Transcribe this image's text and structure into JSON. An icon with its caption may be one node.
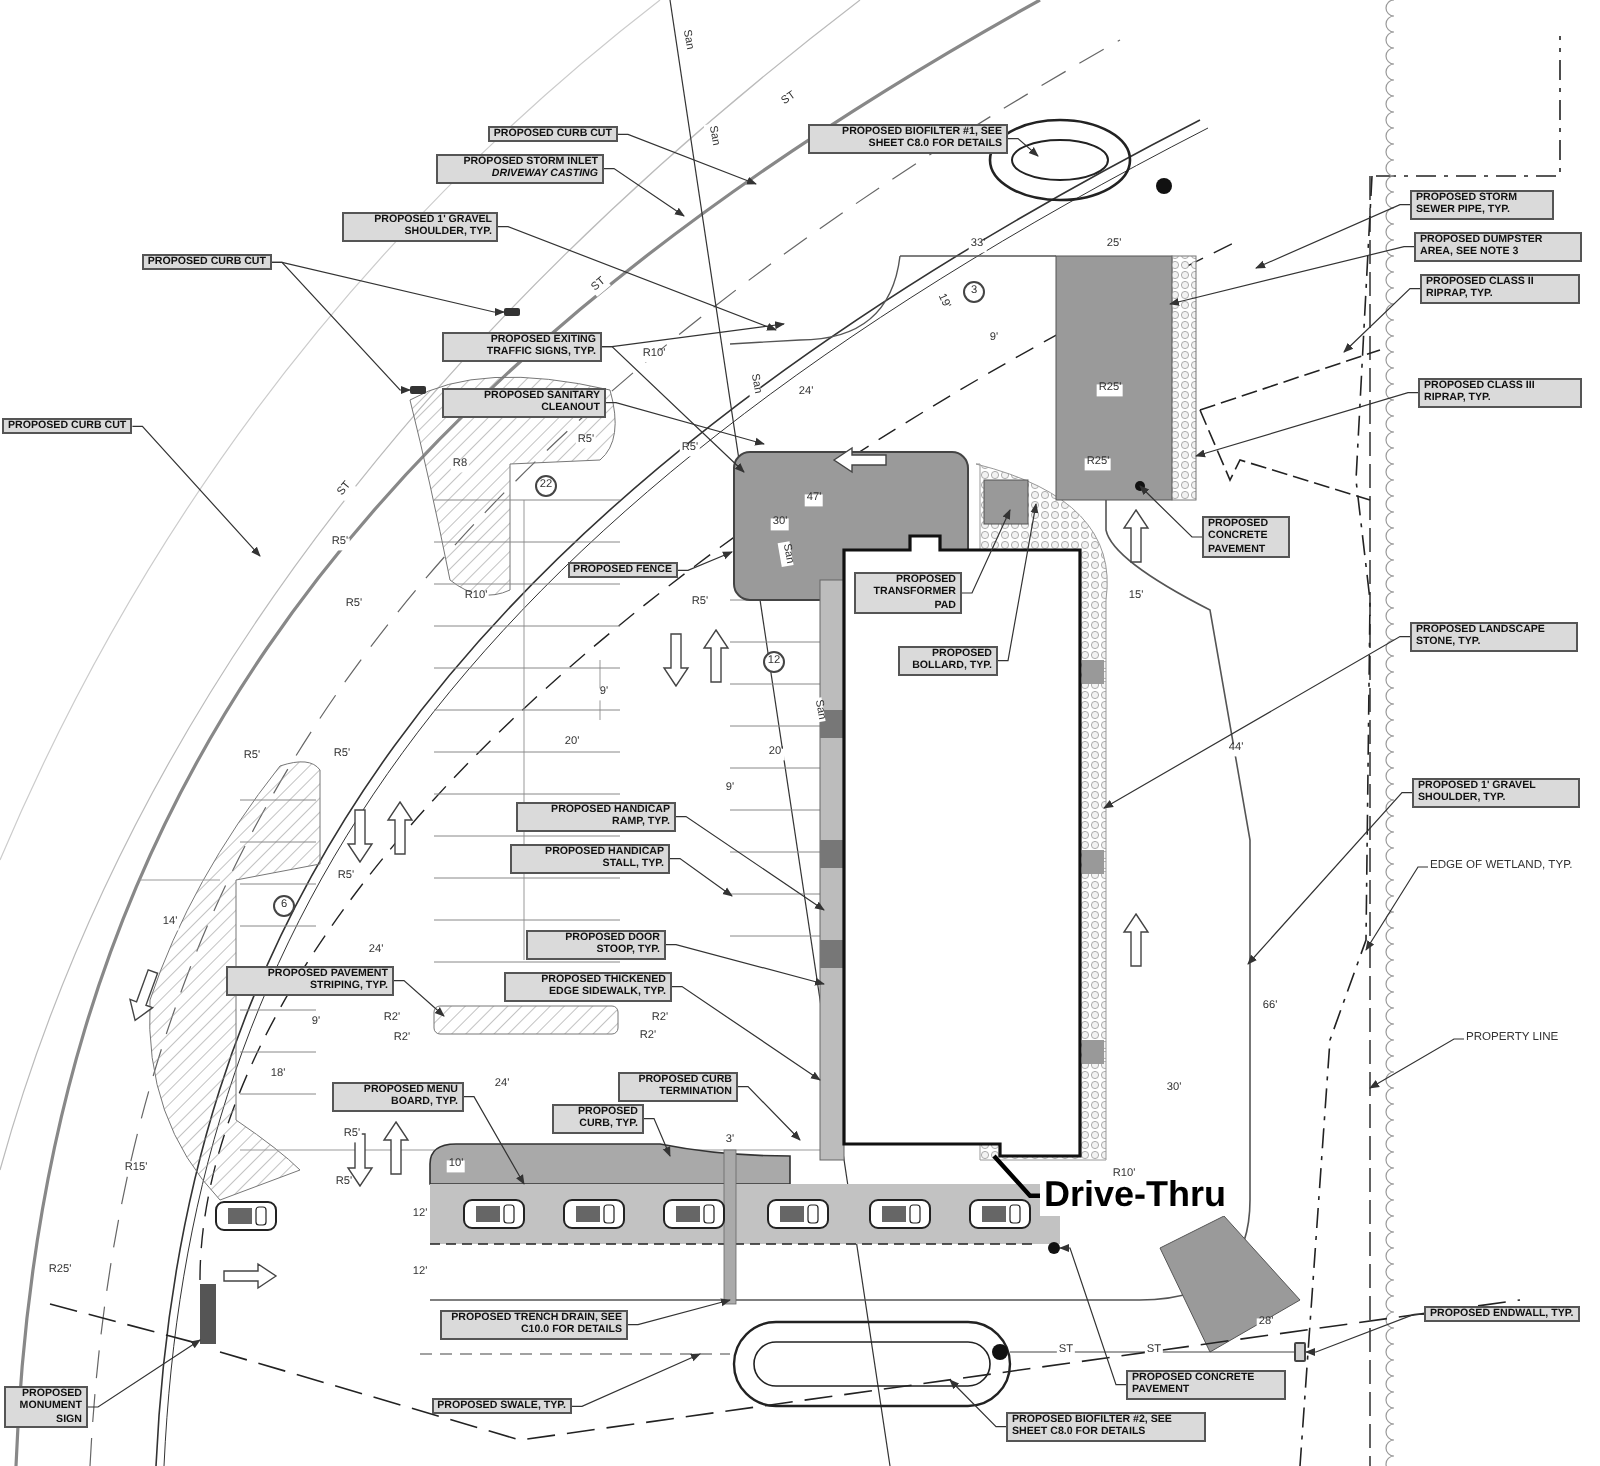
{
  "diagram": {
    "nodes": [
      {
        "text": [
          "PROPOSED BIOFILTER #1, SEE SHEET C8.0 FOR DETAILS"
        ]
      },
      {
        "text": [
          "PROPOSED CURB CUT"
        ]
      },
      {
        "text": [
          "PROPOSED STORM INLET *DRIVEWAY CASTING*"
        ]
      },
      {
        "text": [
          "PROPOSED STORM SEWER PIPE, TYP."
        ]
      },
      {
        "text": [
          "PROPOSED 1' GRAVEL SHOULDER, TYP."
        ]
      },
      {
        "text": [
          "PROPOSED DUMPSTER AREA, SEE NOTE 3"
        ]
      },
      {
        "text": [
          "PROPOSED CURB CUT"
        ]
      },
      {
        "text": [
          "PROPOSED CLASS II RIPRAP, TYP."
        ]
      },
      {
        "text": [
          "PROPOSED EXITING TRAFFIC SIGNS, TYP."
        ]
      },
      {
        "text": [
          "PROPOSED CLASS III RIPRAP, TYP."
        ]
      },
      {
        "text": [
          "PROPOSED SANITARY CLEANOUT"
        ]
      },
      {
        "text": [
          "PROPOSED CURB CUT"
        ]
      },
      {
        "text": [
          "PROPOSED CONCRETE PAVEMENT"
        ]
      },
      {
        "text": [
          "PROPOSED FENCE"
        ]
      },
      {
        "text": [
          "PROPOSED TRANSFORMER PAD"
        ]
      },
      {
        "text": [
          "PROPOSED LANDSCAPE STONE, TYP."
        ]
      },
      {
        "text": [
          "PROPOSED BOLLARD, TYP."
        ]
      },
      {
        "text": [
          "PROPOSED 1' GRAVEL SHOULDER, TYP."
        ]
      },
      {
        "text": [
          "PROPOSED HANDICAP RAMP, TYP."
        ]
      },
      {
        "text": [
          "PROPOSED HANDICAP STALL, TYP."
        ]
      },
      {
        "text": [
          "EDGE OF WETLAND, TYP."
        ]
      },
      {
        "text": [
          "PROPOSED DOOR STOOP, TYP."
        ]
      },
      {
        "text": [
          "PROPOSED PAVEMENT STRIPING, TYP."
        ]
      },
      {
        "text": [
          "PROPOSED THICKENED EDGE SIDEWALK, TYP."
        ]
      },
      {
        "text": [
          "PROPERTY LINE"
        ]
      },
      {
        "text": [
          "PROPOSED CURB TERMINATION"
        ]
      },
      {
        "text": [
          "PROPOSED MENU BOARD, TYP."
        ]
      },
      {
        "text": [
          "PROPOSED CURB, TYP."
        ]
      },
      {
        "text": [
          "Drive-Thru"
        ]
      },
      {
        "text": [
          "PROPOSED TRENCH DRAIN, SEE C10.0 FOR DETAILS"
        ]
      },
      {
        "text": [
          "PROPOSED ENDWALL, TYP."
        ]
      },
      {
        "text": [
          "PROPOSED CONCRETE PAVEMENT"
        ]
      },
      {
        "text": [
          "PROPOSED MONUMENT SIGN"
        ]
      },
      {
        "text": [
          "PROPOSED SWALE, TYP."
        ]
      },
      {
        "text": [
          "PROPOSED BIOFILTER #2, SEE SHEET C8.0 FOR DETAILS"
        ]
      },
      {
        "text": [],
        "shape": "bar"
      },
      {
        "text": [],
        "shape": "bar"
      },
      {
        "text": [],
        "shape": "circle"
      },
      {
        "text": [],
        "shape": "box"
      }
    ],
    "edges": [
      {
        "from": 0,
        "to": null,
        "arrow": "to"
      },
      {
        "from": 1,
        "to": null,
        "arrow": "to"
      },
      {
        "from": 2,
        "to": null,
        "arrow": "to"
      },
      {
        "from": 3,
        "to": null,
        "arrow": "to"
      },
      {
        "from": 4,
        "to": null,
        "arrow": "to"
      },
      {
        "from": 5,
        "to": null,
        "arrow": "to"
      },
      {
        "from": 6,
        "to": 35,
        "arrow": "to"
      },
      {
        "from": 6,
        "to": 36,
        "arrow": "to"
      },
      {
        "from": 7,
        "to": null,
        "arrow": "to"
      },
      {
        "from": 8,
        "to": null,
        "arrow": "to"
      },
      {
        "from": 8,
        "to": null,
        "arrow": "to"
      },
      {
        "from": 9,
        "to": null,
        "arrow": "to"
      },
      {
        "from": 10,
        "to": null,
        "arrow": "to"
      },
      {
        "from": 11,
        "to": null,
        "arrow": "to"
      },
      {
        "from": 12,
        "to": null,
        "arrow": "to"
      },
      {
        "from": 13,
        "to": null,
        "arrow": "to"
      },
      {
        "from": 14,
        "to": null,
        "arrow": "to"
      },
      {
        "from": 15,
        "to": null,
        "arrow": "to"
      },
      {
        "from": 16,
        "to": null,
        "arrow": "to"
      },
      {
        "from": 17,
        "to": null,
        "arrow": "to"
      },
      {
        "from": 18,
        "to": null,
        "arrow": "to"
      },
      {
        "from": 19,
        "to": null,
        "arrow": "to"
      },
      {
        "from": 20,
        "to": null,
        "arrow": "to"
      },
      {
        "from": 21,
        "to": null,
        "arrow": "to"
      },
      {
        "from": 22,
        "to": null,
        "arrow": "to"
      },
      {
        "from": 23,
        "to": null,
        "arrow": "to"
      },
      {
        "from": 24,
        "to": null,
        "arrow": "to"
      },
      {
        "from": 25,
        "to": null,
        "arrow": "to"
      },
      {
        "from": 26,
        "to": null,
        "arrow": "to"
      },
      {
        "from": 27,
        "to": null,
        "arrow": "to"
      },
      {
        "from": 28,
        "to": null,
        "arrow": "none",
        "style": "thick",
        "color": "#000000"
      },
      {
        "from": 29,
        "to": null,
        "arrow": "to"
      },
      {
        "from": 30,
        "to": 38,
        "arrow": "to"
      },
      {
        "from": 31,
        "to": 37,
        "arrow": "to"
      },
      {
        "from": 32,
        "to": null,
        "arrow": "to"
      },
      {
        "from": 33,
        "to": null,
        "arrow": "to"
      },
      {
        "from": 34,
        "to": null,
        "arrow": "to"
      }
    ],
    "labels": [
      "San",
      "ST",
      "San",
      "33'",
      "25'",
      "ST",
      "3",
      "19'",
      "9'",
      "R10'",
      "San",
      "R25'",
      "24'",
      "R5'",
      "R5'",
      "R25'",
      "R8",
      "22",
      "ST",
      "47'",
      "30'",
      "R5'",
      "San",
      "R10'",
      "15'",
      "R5'",
      "R5'",
      "12",
      "9'",
      "San",
      "20'",
      "44'",
      "20'",
      "R5'",
      "R5'",
      "9'",
      "R5'",
      "6",
      "14'",
      "24'",
      "66'",
      "R2'",
      "R2'",
      "9'",
      "R2'",
      "R2'",
      "18'",
      "24'",
      "30'",
      "R5'",
      "3'",
      "10'",
      "R15'",
      "R10'",
      "R5'",
      "12'",
      "R25'",
      "12'",
      "28'",
      "ST",
      "ST"
    ]
  }
}
